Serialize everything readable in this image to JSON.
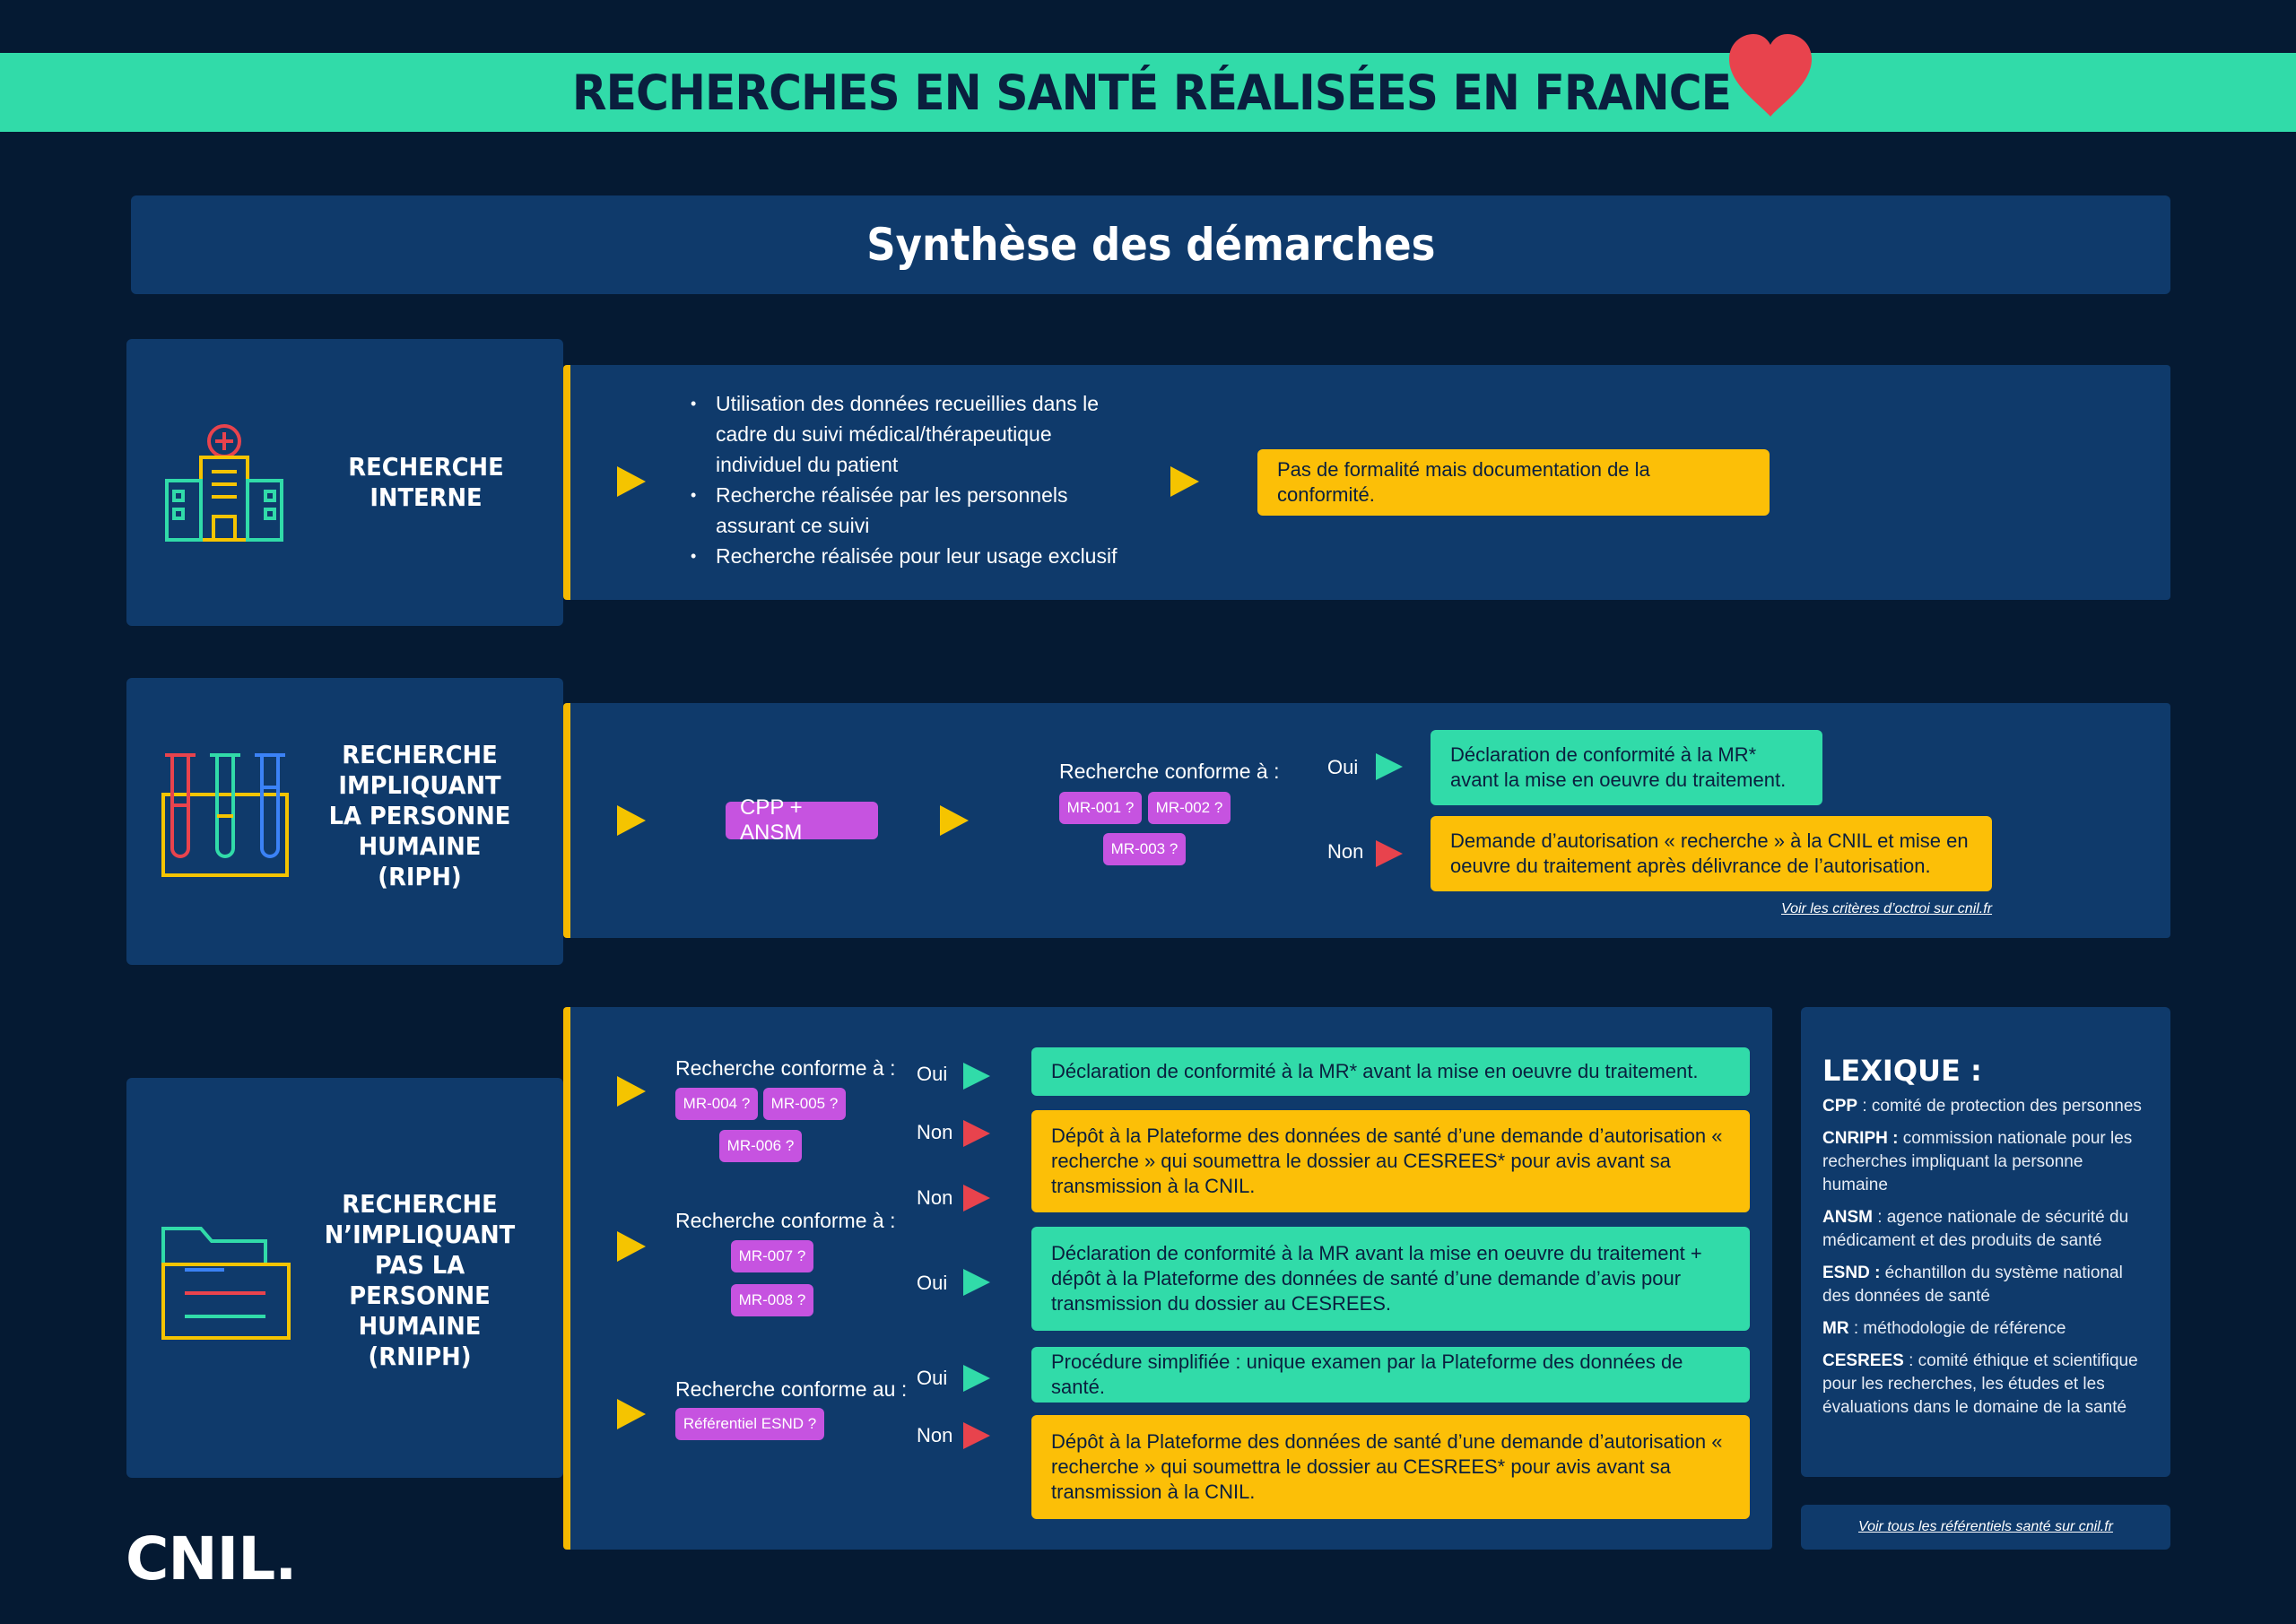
{
  "header": {
    "title": "RECHERCHES EN SANTÉ RÉALISÉES EN FRANCE"
  },
  "subtitle": "Synthèse des démarches",
  "colors": {
    "background": "#051a33",
    "panel": "#0f3a6b",
    "accent_green": "#31dba9",
    "accent_yellow": "#fcbf07",
    "accent_purple": "#c653e0",
    "accent_red": "#e8434d"
  },
  "interne": {
    "title": "RECHERCHE INTERNE",
    "icon": "hospital-icon",
    "bullets": [
      "Utilisation des données recueillies dans le cadre du suivi médical/thérapeutique individuel du patient",
      "Recherche réalisée par les personnels assurant ce suivi",
      "Recherche réalisée pour leur usage exclusif"
    ],
    "result": "Pas de formalité mais documentation de la conformité."
  },
  "riph": {
    "title": "RECHERCHE IMPLIQUANT LA PERSONNE HUMAINE (RIPH)",
    "icon": "test-tubes-icon",
    "step": "CPP + ANSM",
    "conforme": "Recherche conforme à :",
    "chips": [
      "MR-001 ?",
      "MR-002 ?",
      "MR-003 ?"
    ],
    "oui": "Oui",
    "non": "Non",
    "oui_result": "Déclaration de conformité à la MR* avant la mise en oeuvre du traitement.",
    "non_result": "Demande d’autorisation « recherche » à la CNIL et mise en oeuvre du traitement après délivrance de l’autorisation.",
    "link": "Voir les critères d’octroi sur cnil.fr"
  },
  "rniph": {
    "title": "RECHERCHE N’IMPLIQUANT PAS LA PERSONNE HUMAINE (RNIPH)",
    "icon": "folder-icon",
    "group1": {
      "conforme": "Recherche conforme à :",
      "chips": [
        "MR-004 ?",
        "MR-005 ?",
        "MR-006 ?"
      ],
      "oui": "Oui",
      "non": "Non",
      "oui_result": "Déclaration de conformité à la MR* avant la mise en oeuvre du traitement.",
      "non_result": "Dépôt à la Plateforme des données de santé d’une demande d’autorisation « recherche » qui soumettra le dossier au CESREES* pour avis avant sa transmission à la CNIL."
    },
    "group2": {
      "conforme": "Recherche conforme à :",
      "chips": [
        "MR-007 ?",
        "MR-008 ?"
      ],
      "non": "Non",
      "oui": "Oui",
      "oui_result": "Déclaration de conformité à la MR avant la mise en oeuvre du traitement + dépôt à la Plateforme des données de santé d’une demande d’avis pour transmission du dossier au CESREES."
    },
    "group3": {
      "conforme": "Recherche conforme au :",
      "chips": [
        "Référentiel ESND ?"
      ],
      "oui": "Oui",
      "non": "Non",
      "oui_result": "Procédure simplifiée : unique examen par la Plateforme des données de santé.",
      "non_result": "Dépôt à la Plateforme des données de santé d’une demande d’autorisation « recherche » qui soumettra le dossier au CESREES* pour avis avant sa transmission à la CNIL."
    }
  },
  "lexique": {
    "title": "LEXIQUE :",
    "items": [
      {
        "term": "CPP",
        "def": " : comité de protection des personnes"
      },
      {
        "term": "CNRIPH :",
        "def": " commission nationale pour les recherches impliquant la personne humaine"
      },
      {
        "term": "ANSM",
        "def": " : agence nationale de sécurité du médicament et des produits de santé"
      },
      {
        "term": "ESND :",
        "def": " échantillon du système national des données de santé"
      },
      {
        "term": "MR",
        "def": " : méthodologie de référence"
      },
      {
        "term": "CESREES",
        "def": " : comité éthique et scientifique pour les recherches, les études et les évaluations dans le domaine de la santé"
      }
    ]
  },
  "footer_link": "Voir tous les référentiels santé sur cnil.fr",
  "logo": "CNIL."
}
